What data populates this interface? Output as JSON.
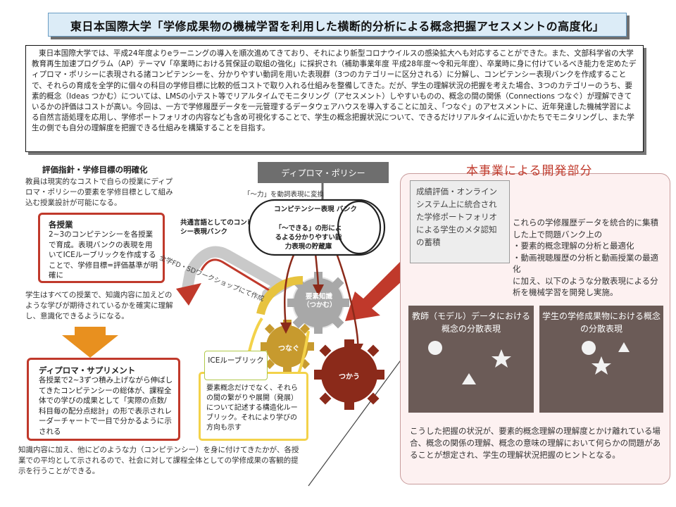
{
  "title": "東日本国際大学「学修成果物の機械学習を利用した横断的分析による概念把握アセスメントの高度化」",
  "intro_text": "東日本国際大学では、平成24年度よりeラーニングの導入を順次進めてきており、それにより新型コロナウイルスの感染拡大へも対応することができた。また、文部科学省の大学教育再生加速プログラム（AP）テーマV「卒業時における質保証の取組の強化」に採択され（補助事業年度 平成28年度～令和元年度）、卒業時に身に付けているべき能力を定めたディプロマ・ポリシーに表現される諸コンピテンシーを、分かりやすい動詞を用いた表現群（3つのカテゴリーに区分される）に分解し、コンピテンシー表現バンクを作成することで、それらの育成を全学的に個々の科目の学修目標に比較的低コストで取り入れる仕組みを整備してきた。だが、学生の理解状況の把握を考えた場合、3つのカテゴリーのうち、要素的概念（Ideas つかむ）については、LMSの小テスト等でリアルタイムでモニタリング（アセスメント）しやすいものの、概念の間の関係（Connections つなぐ）が理解できているかの評価はコストが高い。今回は、一方で学修履歴データを一元管理するデータウェアハウスを導入することに加え、「つなぐ」のアセスメントに、近年発達した機械学習による自然言語処理を応用し、学修ポートフォリオの内容なども含め可視化することで、学生の概念把握状況について、できるだけリアルタイムに近いかたちでモニタリングし、また学生の側でも自分の理解度を把握できる仕組みを構築することを目指す。",
  "left": {
    "heading": "評価指針・学修目標の明確化",
    "desc": "教員は現実的なコストで自らの授業にディプロマ・ポリシーの要素を学修目標として組み込む授業設計が可能になる。",
    "course_title": "各授業",
    "course_text": "2~3のコンピテンシーを各授業で育成。表現バンクの表現を用いてICEルーブリックを作成することで、学修目標=評価基準が明確に",
    "student_text": "学生はすべての授業で、知識内容に加えどのような学びが期待されているかを確実に理解し、意識化できるようになる。",
    "supplement_title": "ディプロマ・サプリメント",
    "supplement_text": "各授業で2~3ずつ積み上げながら伸ばしてきたコンピテンシーの総体が、課程全体での学びの成果として「実際の点数/科目毎の配分点総計」の形で表示されレーダーチャートで一目で分かるように示される",
    "bottom_text": "知識内容に加え、他にどのような力（コンピテンシー）を身に付けてきたかが、各授業での平均として示されるので、社会に対して課程全体としての学修成果の客観的提示を行うことができる。"
  },
  "center": {
    "dp_label": "ディプロマ・ポリシー",
    "verb_note": "「～力」を動詞表現に変換",
    "common_lang": "共通言語としてのコンピテンシー表現バンク",
    "bank_title": "コンピテンシー表現 バンク",
    "bank_text": "「～できる」の形によるよる分かりやすい能力表現の貯蔵庫",
    "workshop": "全学FD・SDワークショップにて作成",
    "gear_grasp": "要素知識（つかむ）",
    "gear_connect": "つなぐ",
    "gear_use": "つかう",
    "ice_tab": "ICEルーブリック",
    "ice_text": "要素概念だけでなく、それらの間の繋がりや展開（発展）について記述する構造化ルーブリック。それにより学びの方向も示す"
  },
  "right": {
    "title": "本事業による開発部分",
    "system_text": "成績評価・オンラインシステム上に統合された学修ポートフォリオによる学生のメタ認知の蓄積",
    "analysis_text": "これらの学修履歴データを統合的に集積した上で問題バンク上の",
    "bullet1": "要素的概念理解の分析と最適化",
    "bullet2": "動画視聴履歴の分析と動画授業の最適化",
    "analysis_tail": "に加え、以下のような分散表現による分析を機械学習を開発し実施。",
    "teacher_box": "教師（モデル）データにおける概念の分散表現",
    "student_box": "学生の学修成果物における概念の分散表現",
    "conclusion": "こうした把握の状況が、要素的概念理解の理解度とかけ離れている場合、概念の関係の理解、概念の意味の理解において何らかの問題があることが想定され、学生の理解状況把握のヒントとなる。"
  },
  "colors": {
    "accent_red": "#c0392b",
    "title_bg": "#dcecf7",
    "gear_dark": "#8b2a1a",
    "gear_gold": "#c79a2e",
    "gear_gray": "#a8a8a8",
    "panel_bg": "#fdf1f1"
  }
}
